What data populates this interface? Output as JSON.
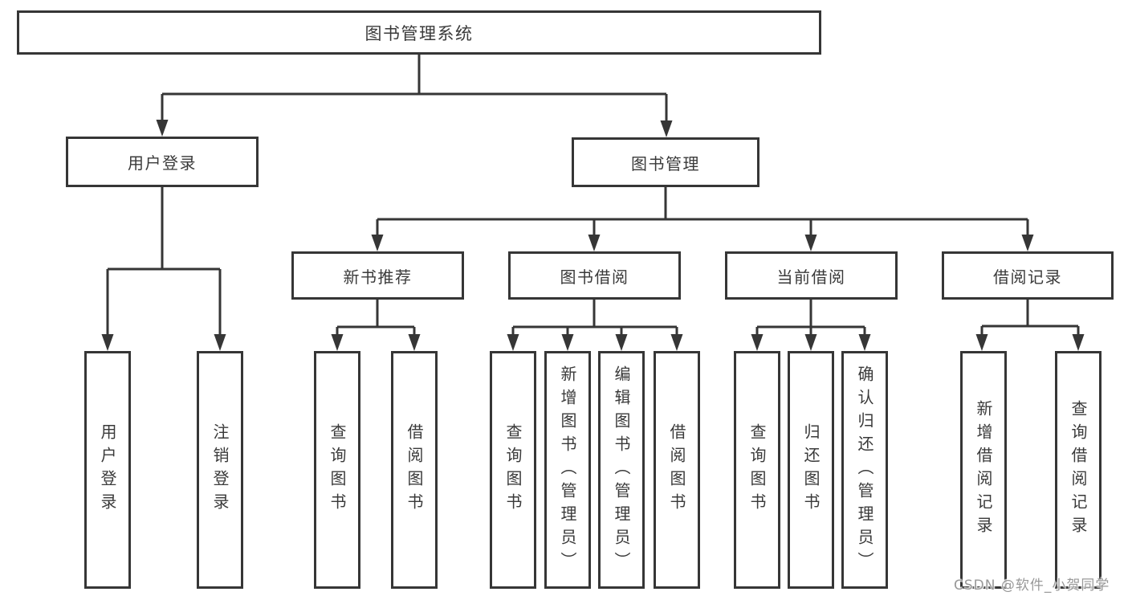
{
  "colors": {
    "line": "#363636",
    "text": "#3a3a3a",
    "background": "#ffffff",
    "watermark": "#999999"
  },
  "diagram": {
    "root": {
      "label": "图书管理系统"
    },
    "level2": [
      {
        "label": "用户登录"
      },
      {
        "label": "图书管理"
      }
    ],
    "level3": [
      {
        "label": "新书推荐",
        "parent": "图书管理"
      },
      {
        "label": "图书借阅",
        "parent": "图书管理"
      },
      {
        "label": "当前借阅",
        "parent": "图书管理"
      },
      {
        "label": "借阅记录",
        "parent": "图书管理"
      }
    ],
    "leaves": [
      {
        "label": "用户登录",
        "parent": "用户登录"
      },
      {
        "label": "注销登录",
        "parent": "用户登录"
      },
      {
        "label": "查询图书",
        "parent": "新书推荐"
      },
      {
        "label": "借阅图书",
        "parent": "新书推荐"
      },
      {
        "label": "查询图书",
        "parent": "图书借阅"
      },
      {
        "label": "新增图书（管理员）",
        "parent": "图书借阅"
      },
      {
        "label": "编辑图书（管理员）",
        "parent": "图书借阅"
      },
      {
        "label": "借阅图书",
        "parent": "图书借阅"
      },
      {
        "label": "查询图书",
        "parent": "当前借阅"
      },
      {
        "label": "归还图书",
        "parent": "当前借阅"
      },
      {
        "label": "确认归还（管理员）",
        "parent": "当前借阅"
      },
      {
        "label": "新增借阅记录",
        "parent": "借阅记录"
      },
      {
        "label": "查询借阅记录",
        "parent": "借阅记录"
      }
    ],
    "watermark": "CSDN @软件_小贺同学"
  }
}
